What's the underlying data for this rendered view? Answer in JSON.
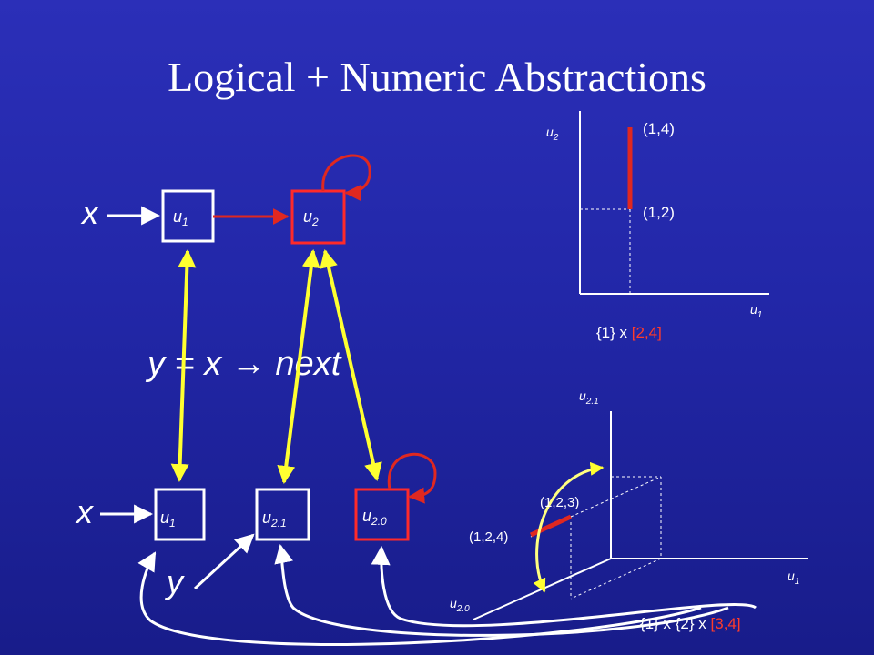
{
  "title": "Logical + Numeric Abstractions",
  "formula": "y = x → next",
  "colors": {
    "background": "#2227a8",
    "edge_red": "#e02820",
    "link_yellow": "#ffff30",
    "box_border": "#ff2a2a",
    "plain_box": "#ffffff"
  },
  "top_graph": {
    "var_label": "x",
    "nodes": [
      {
        "base": "u",
        "sub": "1"
      },
      {
        "base": "u",
        "sub": "2"
      }
    ]
  },
  "bottom_graph": {
    "var_x": "x",
    "var_y": "y",
    "nodes": [
      {
        "base": "u",
        "sub": "1"
      },
      {
        "base": "u",
        "sub": "2.1"
      },
      {
        "base": "u",
        "sub": "2.0"
      }
    ]
  },
  "plot2d": {
    "y_axis": {
      "base": "u",
      "sub": "2"
    },
    "x_axis": {
      "base": "u",
      "sub": "1"
    },
    "top_point": "(1,4)",
    "bottom_point": "(1,2)",
    "caption_prefix": "{1} x ",
    "caption_interval": "[2,4]"
  },
  "plot3d": {
    "vertical_axis": {
      "base": "u",
      "sub": "2.1"
    },
    "horizontal_axis": {
      "base": "u",
      "sub": "1"
    },
    "depth_axis": {
      "base": "u",
      "sub": "2.0"
    },
    "point_a": "(1,2,3)",
    "point_b": "(1,2,4)",
    "caption_prefix": "{1} x {2} x ",
    "caption_interval": "[3,4]"
  }
}
